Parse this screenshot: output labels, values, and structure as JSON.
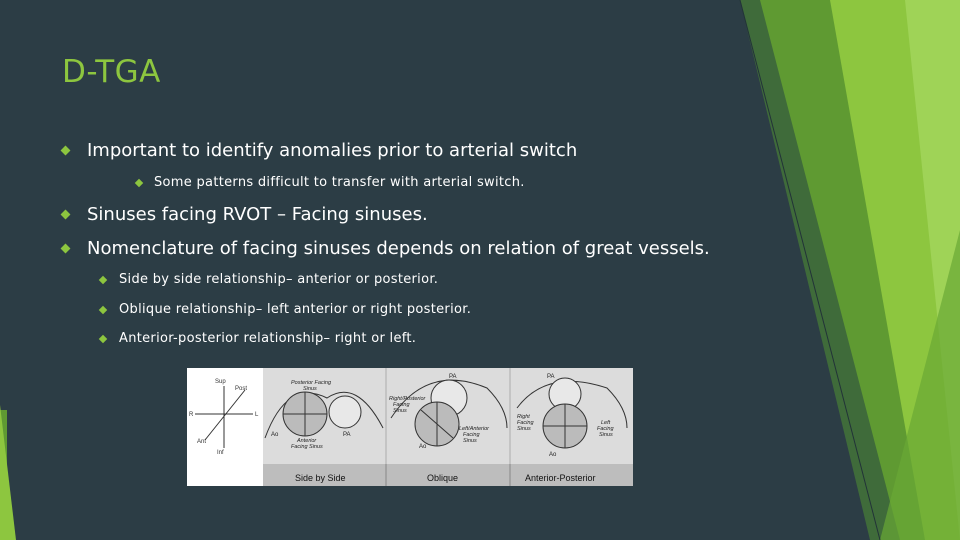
{
  "slide": {
    "title": "D-TGA",
    "bullets": [
      {
        "text": "Important to identify anomalies prior to arterial switch"
      },
      {
        "text": "Some patterns difficult to transfer with arterial switch."
      },
      {
        "text": "Sinuses facing RVOT – Facing sinuses."
      },
      {
        "text": "Nomenclature of facing sinuses depends on relation of great vessels."
      },
      {
        "text": "Side by side relationship– anterior or posterior."
      },
      {
        "text": "Oblique relationship– left anterior or right posterior."
      },
      {
        "text": "Anterior-posterior relationship– right or left."
      }
    ]
  },
  "figure": {
    "axis": {
      "sup": "Sup",
      "post": "Post",
      "r": "R",
      "l": "L",
      "ant": "Ant",
      "inf": "Inf"
    },
    "panel1": {
      "facing_top": "Posterior Facing",
      "facing_top2": "Sinus",
      "ao": "Ao",
      "pa": "PA",
      "facing_bottom": "Anterior",
      "facing_bottom2": "Facing Sinus",
      "caption": "Side by Side"
    },
    "panel2": {
      "pa": "PA",
      "right_post": "Right/Posterior",
      "facing": "Facing",
      "sinus": "Sinus",
      "left_ant": "Left/Anterior",
      "facing2": "Facing",
      "sinus2": "Sinus",
      "ao": "Ao",
      "caption": "Oblique"
    },
    "panel3": {
      "pa": "PA",
      "right": "Right",
      "facing": "Facing",
      "sinus": "Sinus",
      "left": "Left",
      "facing2": "Facing",
      "sinus2": "Sinus",
      "ao": "Ao",
      "caption": "Anterior-Posterior"
    }
  }
}
